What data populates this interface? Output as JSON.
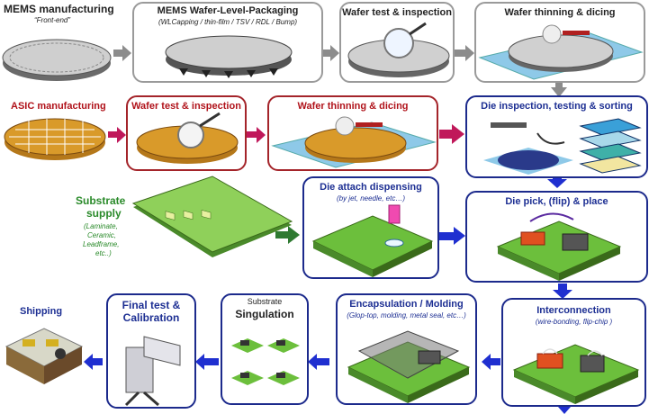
{
  "row1": {
    "mems_title": "MEMS manufacturing",
    "mems_sub": "“Front-end”",
    "wlp_title": "MEMS Wafer-Level-Packaging",
    "wlp_sub": "(WLCapping / thin-film / TSV / RDL / Bump)",
    "test_title": "Wafer test & inspection",
    "thin_title": "Wafer thinning & dicing"
  },
  "row2": {
    "asic_title": "ASIC manufacturing",
    "test_title": "Wafer test & inspection",
    "thin_title": "Wafer thinning & dicing",
    "die_title": "Die inspection, testing & sorting"
  },
  "row3": {
    "substrate_title_1": "Substrate",
    "substrate_title_2": "supply",
    "substrate_sub_1": "(Laminate,",
    "substrate_sub_2": "Ceramic,",
    "substrate_sub_3": "Leadframe,",
    "substrate_sub_4": "etc..)",
    "attach_title": "Die attach dispensing",
    "attach_sub": "(by jet, needle, etc…)",
    "pick_title": "Die pick, (flip) & place"
  },
  "row4": {
    "shipping_title": "Shipping",
    "final_title_1": "Final test &",
    "final_title_2": "Calibration",
    "sing_pre": "Substrate",
    "sing_title": "Singulation",
    "encap_title": "Encapsulation / Molding",
    "encap_sub": "(Glop-top, molding, metal seal, etc…)",
    "inter_title": "Interconnection",
    "inter_sub": "(wire-bonding, flip-chip )"
  },
  "colors": {
    "gray_arrow": "#8c8c8c",
    "red_arrow": "#c0185a",
    "blue_arrow": "#1f2fd0",
    "green_arrow": "#2f7a32",
    "wafer_gold": "#d99a2a",
    "substrate_green": "#6cbf3c"
  }
}
